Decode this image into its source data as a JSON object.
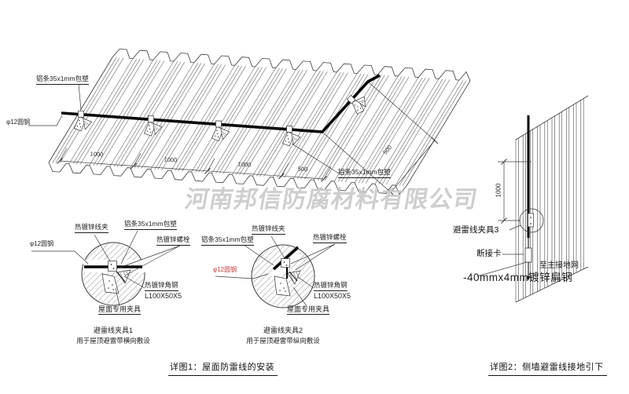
{
  "watermark": "河南邦信防腐材料有限公司",
  "labels": {
    "strip": "铝条35x1mm包塑",
    "round_steel": "φ12圆钢",
    "wire_clip": "热镀锌线夹",
    "bolt": "热镀锌螺栓",
    "angle_steel": "热镀锌角钢",
    "angle_spec": "L100X50X5",
    "roof_clamp": "屋面专用夹具"
  },
  "top_view": {
    "dims": [
      "1000",
      "1000",
      "1000",
      "500"
    ],
    "offset_dim": "500"
  },
  "detail1": {
    "title": "避雷线夹具1",
    "subtitle": "用于屋顶避雷带横向敷设"
  },
  "detail2": {
    "title": "避雷线夹具2",
    "subtitle": "用于屋顶避雷带纵向敷设"
  },
  "side_view": {
    "dim": "1000",
    "clamp_label": "避雷线夹具3",
    "disconnect": "断接卡",
    "to_ground": "至主接地网",
    "flat_steel": "-40mmx4mm镀锌扁钢"
  },
  "captions": {
    "detail1": "详图1：屋面防雷线的安装",
    "detail2": "详图2：侧墙避雷线接地引下"
  },
  "colors": {
    "line": "#3a3a3a",
    "wire": "#050505",
    "red": "#c03a3a",
    "watermark": "#c9c9c9"
  }
}
